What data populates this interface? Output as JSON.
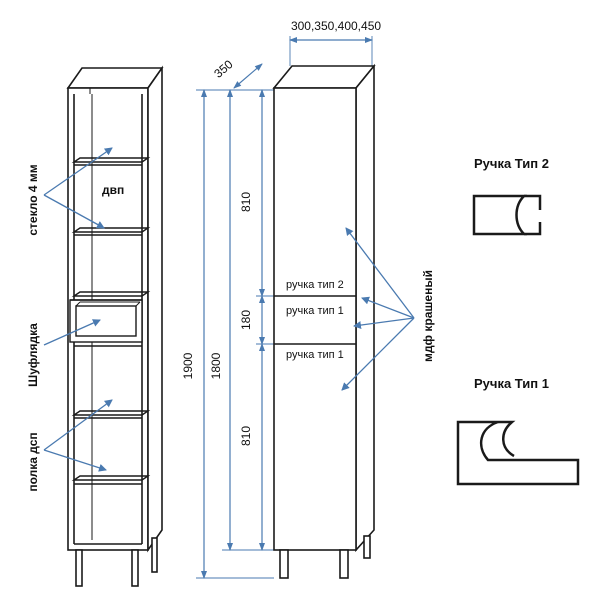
{
  "dimensions": {
    "widths": "300,350,400,450",
    "depth": "350",
    "total_height": "1900",
    "body_height": "1800",
    "top_door": "810",
    "drawer": "180",
    "bottom_door": "810"
  },
  "labels": {
    "glass": "стекло 4 мм",
    "hdf": "двп",
    "drawer": "Шуфлядка",
    "shelf": "полка дсп",
    "handle_type2_front": "ручка тип 2",
    "handle_type1_drawer": "ручка тип 1",
    "handle_type1_bottom": "ручка тип 1",
    "mdf_painted": "мдф крашеный"
  },
  "handles": {
    "type2_title": "Ручка Тип 2",
    "type1_title": "Ручка Тип 1"
  },
  "colors": {
    "line": "#1a1a1a",
    "arrow": "#4a7ab0",
    "cabinet_fill": "#ffffff"
  }
}
